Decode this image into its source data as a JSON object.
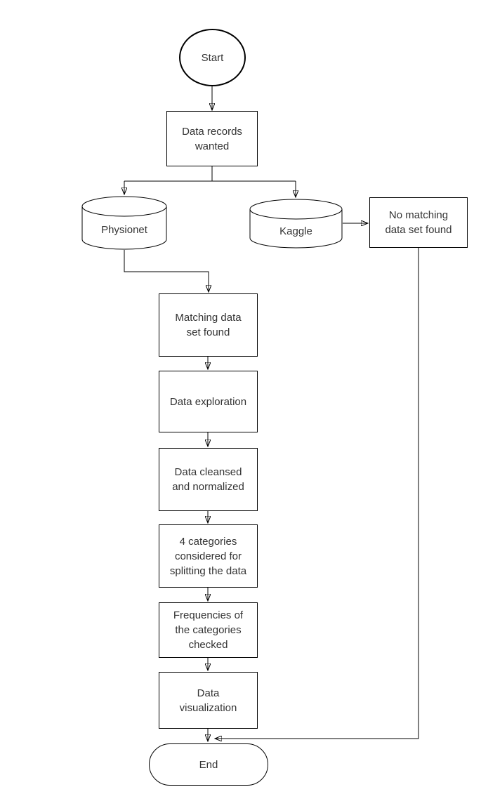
{
  "diagram_type": "flowchart",
  "colors": {
    "stroke": "#000000",
    "text": "#333333",
    "background": "#ffffff"
  },
  "nodes": {
    "start": {
      "shape": "circle",
      "label": "Start"
    },
    "data_records": {
      "shape": "process",
      "label": "Data records\nwanted"
    },
    "physionet": {
      "shape": "database-cylinder",
      "label": "Physionet"
    },
    "kaggle": {
      "shape": "database-cylinder",
      "label": "Kaggle"
    },
    "no_match": {
      "shape": "process",
      "label": "No matching\ndata set found"
    },
    "matching": {
      "shape": "process",
      "label": "Matching data\nset found"
    },
    "exploration": {
      "shape": "process",
      "label": "Data exploration"
    },
    "cleansed": {
      "shape": "process",
      "label": "Data cleansed\nand normalized"
    },
    "categories": {
      "shape": "process",
      "label": "4 categories\nconsidered for\nsplitting the data"
    },
    "frequencies": {
      "shape": "process",
      "label": "Frequencies of\nthe categories\nchecked"
    },
    "visualization": {
      "shape": "process",
      "label": "Data\nvisualization"
    },
    "end": {
      "shape": "stadium",
      "label": "End"
    }
  },
  "edges": [
    {
      "from": "start",
      "to": "data_records"
    },
    {
      "from": "data_records",
      "to": "physionet"
    },
    {
      "from": "data_records",
      "to": "kaggle"
    },
    {
      "from": "kaggle",
      "to": "no_match"
    },
    {
      "from": "physionet",
      "to": "matching"
    },
    {
      "from": "matching",
      "to": "exploration"
    },
    {
      "from": "exploration",
      "to": "cleansed"
    },
    {
      "from": "cleansed",
      "to": "categories"
    },
    {
      "from": "categories",
      "to": "frequencies"
    },
    {
      "from": "frequencies",
      "to": "visualization"
    },
    {
      "from": "visualization",
      "to": "end"
    },
    {
      "from": "no_match",
      "to": "end"
    }
  ]
}
